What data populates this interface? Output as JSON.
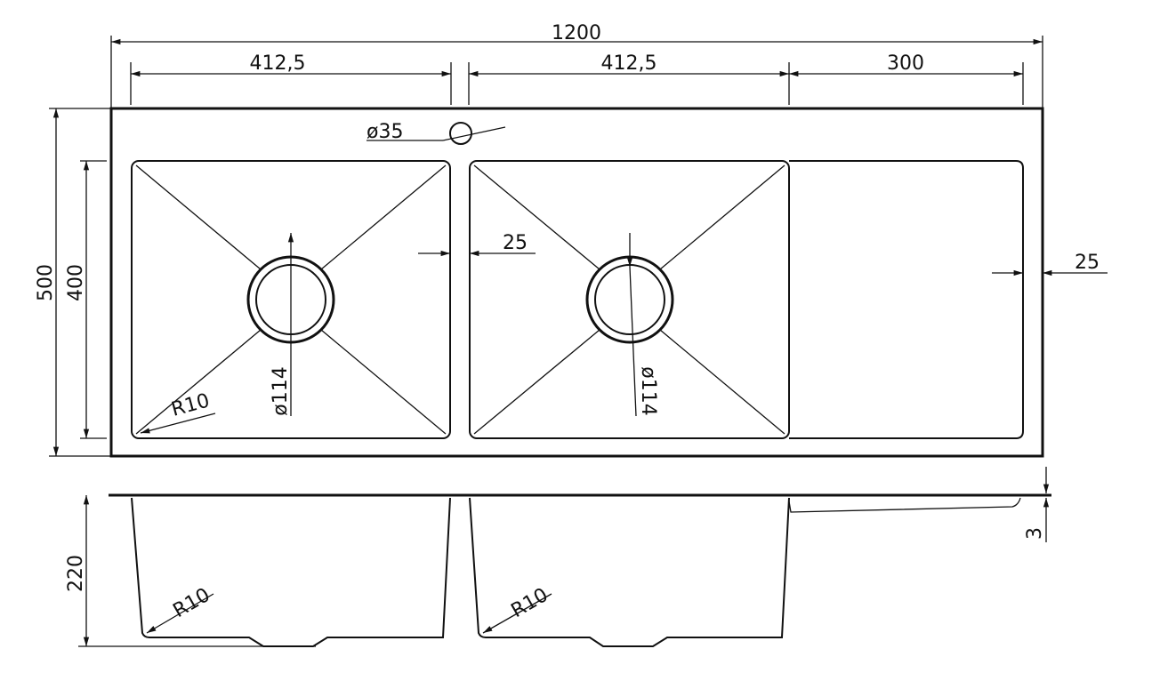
{
  "colors": {
    "line": "#111111",
    "background": "#ffffff"
  },
  "top_view": {
    "overall_width": "1200",
    "bowl_left_width": "412,5",
    "bowl_right_width": "412,5",
    "drainboard_width": "300",
    "overall_depth": "500",
    "bowl_depth": "400",
    "tap_hole": "ø35",
    "gap_between_bowls": "25",
    "right_margin": "25",
    "drain_left": "ø114",
    "drain_right": "ø114",
    "corner_radius": "R10"
  },
  "side_view": {
    "bowl_height": "220",
    "left_radius": "R10",
    "right_radius": "R10",
    "deck_thickness": "3"
  }
}
